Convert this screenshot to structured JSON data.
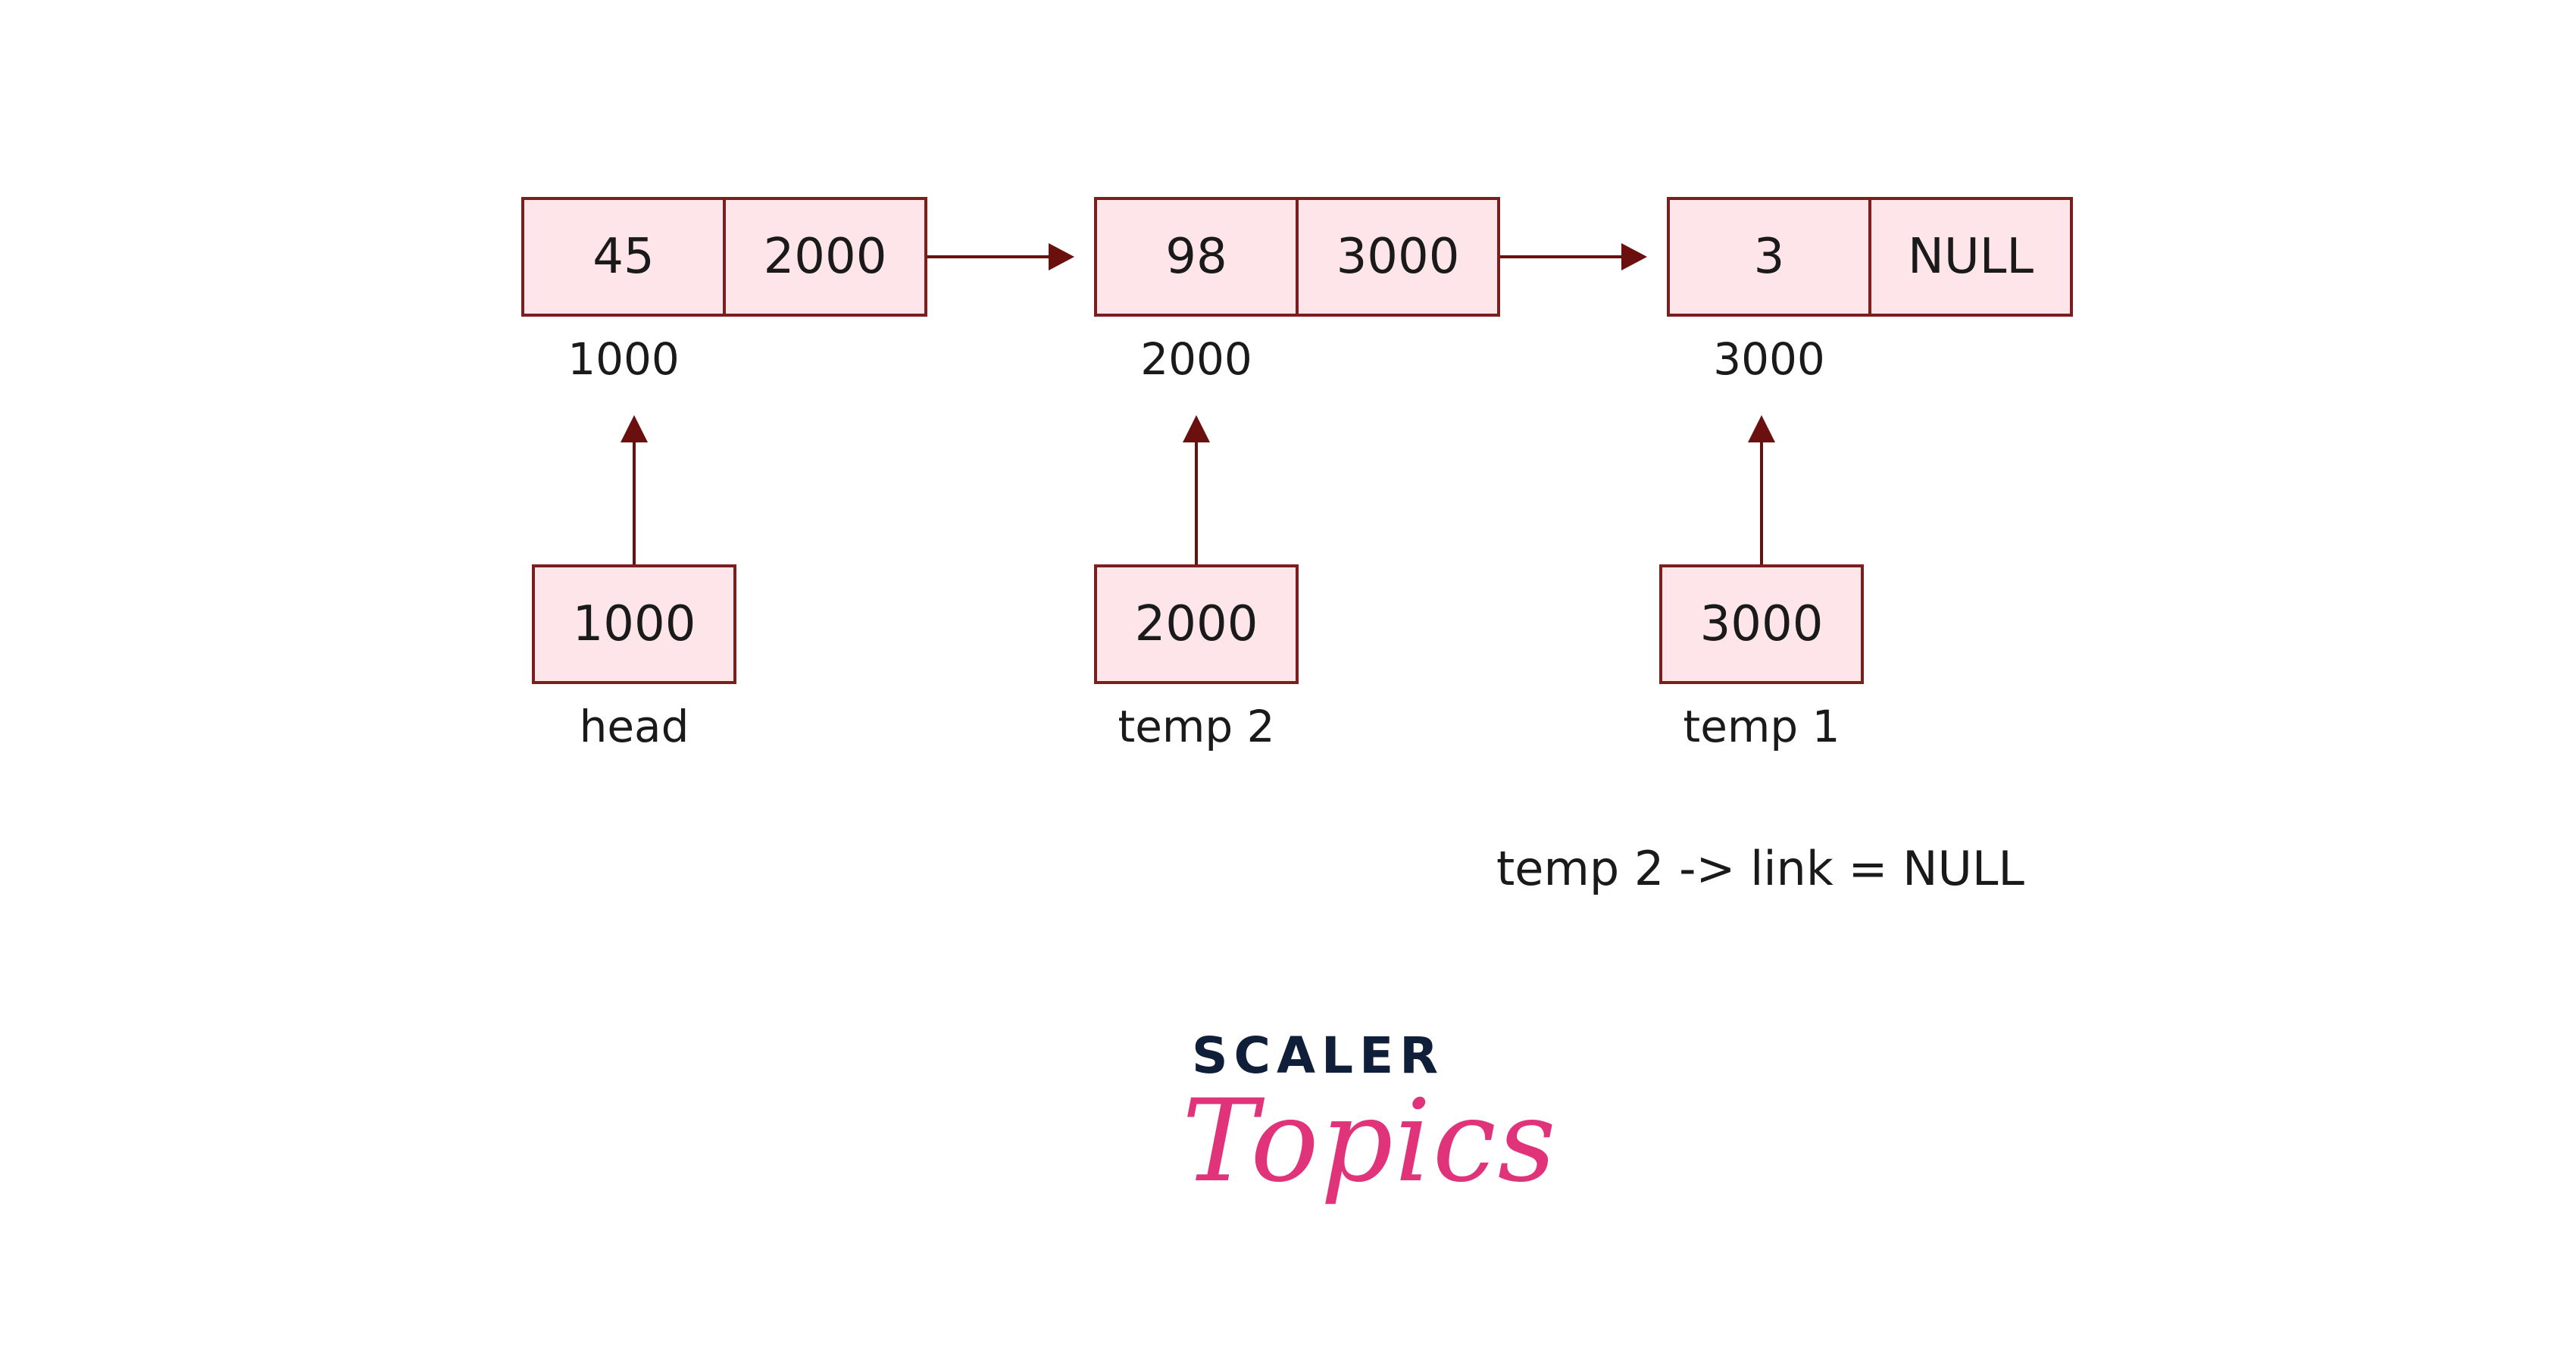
{
  "colors": {
    "cell_fill": "#fde5ea",
    "cell_border": "#7a1e1e",
    "arrow": "#6b0f0f",
    "logo_dark": "#0f1f3a",
    "logo_pink": "#e0337a"
  },
  "nodes": [
    {
      "data": "45",
      "link": "2000",
      "address": "1000"
    },
    {
      "data": "98",
      "link": "3000",
      "address": "2000"
    },
    {
      "data": "3",
      "link": "NULL",
      "address": "3000"
    }
  ],
  "pointers": [
    {
      "value": "1000",
      "name": "head"
    },
    {
      "value": "2000",
      "name": "temp 2"
    },
    {
      "value": "3000",
      "name": "temp 1"
    }
  ],
  "statement": "temp 2 -> link = NULL",
  "logo": {
    "line1": "SCALER",
    "line2": "Topics"
  }
}
